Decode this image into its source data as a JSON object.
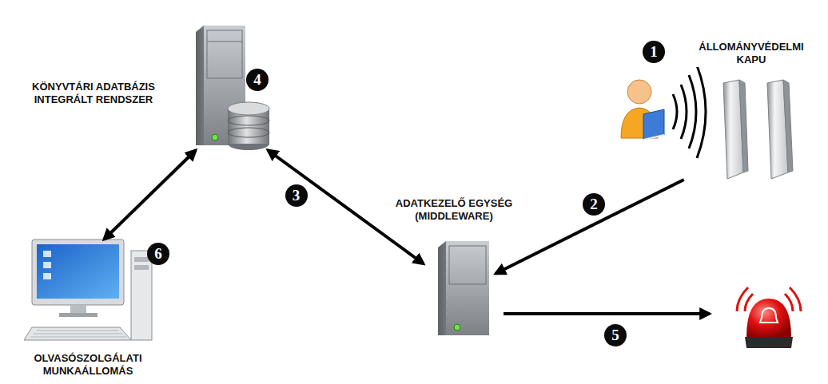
{
  "diagram": {
    "nodes": [
      {
        "text": [
          "KÖNYVTÁRI ADATBÁZIS INTEGRÁLT RENDSZER"
        ]
      },
      {
        "text": [
          "ÁLLOMÁNYVÉDELMI KAPU"
        ]
      },
      {
        "text": [
          "ADATKEZELŐ EGYSÉG (MIDDLEWARE)"
        ]
      },
      {
        "text": [
          "OLVASÓSZOLGÁLATI MUNKAÁLLOMÁS"
        ]
      }
    ],
    "edges": [
      {
        "from": 0,
        "to": 3,
        "arrow": "both"
      },
      {
        "from": 0,
        "to": 2,
        "arrow": "both",
        "label": "3"
      },
      {
        "from": 1,
        "to": 2,
        "arrow": "to",
        "label": "2"
      }
    ],
    "labels": [
      "1",
      "4",
      "5",
      "6"
    ]
  }
}
